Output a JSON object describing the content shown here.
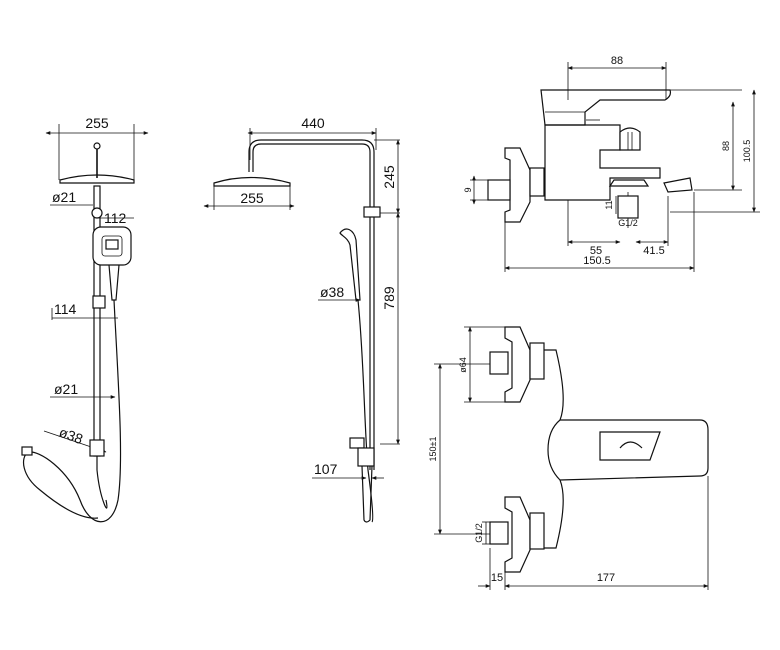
{
  "shower_front": {
    "head_width": "255",
    "arm_diameter": "ø21",
    "handset_width": "112",
    "bracket": "114",
    "rail_diameter": "ø21",
    "valve_diameter": "ø38"
  },
  "shower_side": {
    "arm_length": "440",
    "head_width": "255",
    "head_height": "245",
    "handset_diameter": "ø38",
    "rail_height": "789",
    "wall_offset": "107"
  },
  "mixer_side": {
    "top_width": "88",
    "height_88": "88",
    "height_100_5": "100.5",
    "left_9": "9",
    "spout_11": "11",
    "thread": "G1/2",
    "dim_55": "55",
    "dim_41_5": "41.5",
    "total_150_5": "150.5"
  },
  "mixer_top": {
    "diameter": "ø64",
    "centers": "150±1",
    "thread": "G1/2",
    "offset_15": "15",
    "depth_177": "177"
  }
}
